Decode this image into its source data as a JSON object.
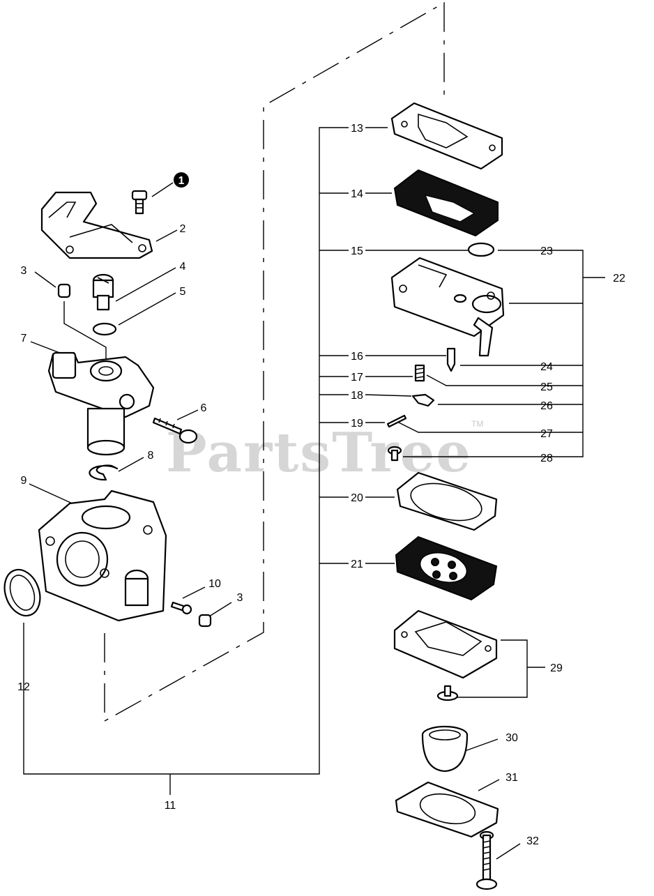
{
  "watermark": {
    "brand": "PartsTree",
    "trademark": "TM"
  },
  "labels": {
    "l1": "1",
    "l2": "2",
    "l3a": "3",
    "l3b": "3",
    "l4": "4",
    "l5": "5",
    "l6": "6",
    "l7": "7",
    "l8": "8",
    "l9": "9",
    "l10": "10",
    "l11": "11",
    "l12": "12",
    "l13": "13",
    "l14": "14",
    "l15": "15",
    "l16": "16",
    "l17": "17",
    "l18": "18",
    "l19": "19",
    "l20": "20",
    "l21": "21",
    "l22": "22",
    "l23": "23",
    "l24": "24",
    "l25": "25",
    "l26": "26",
    "l27": "27",
    "l28": "28",
    "l29": "29",
    "l30": "30",
    "l31": "31",
    "l32": "32"
  }
}
